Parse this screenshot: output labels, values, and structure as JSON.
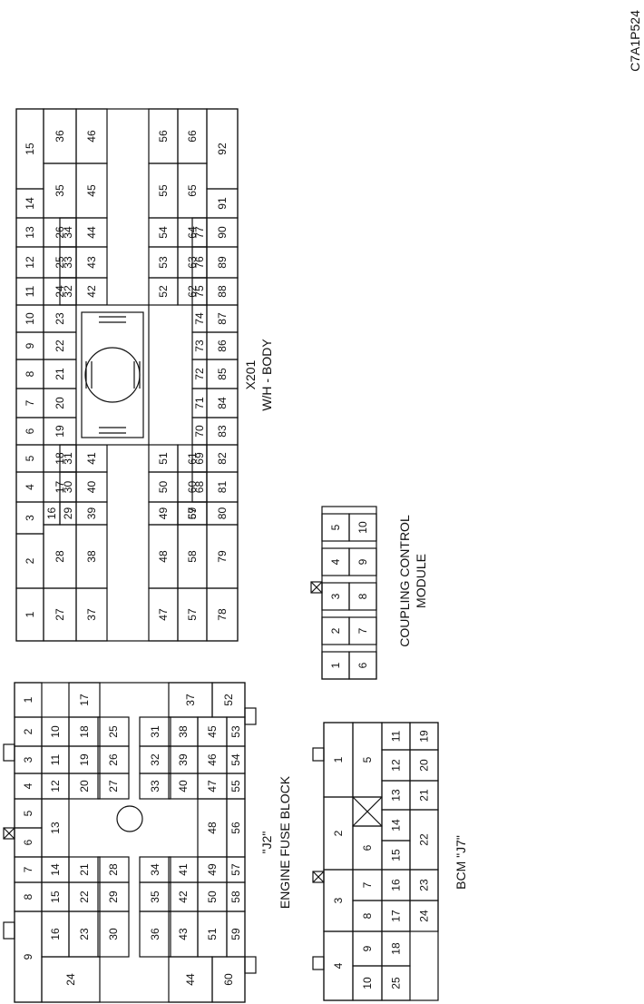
{
  "figure_code": "C7A1P524",
  "x201": {
    "title": "X201",
    "subtitle": "W/H - BODY",
    "pins": [
      "1",
      "2",
      "3",
      "4",
      "5",
      "6",
      "7",
      "8",
      "9",
      "10",
      "11",
      "12",
      "13",
      "14",
      "15",
      "16",
      "17",
      "18",
      "19",
      "20",
      "21",
      "22",
      "23",
      "24",
      "25",
      "26",
      "27",
      "28",
      "29",
      "30",
      "31",
      "32",
      "33",
      "34",
      "35",
      "36",
      "37",
      "38",
      "39",
      "40",
      "41",
      "42",
      "43",
      "44",
      "45",
      "46",
      "47",
      "48",
      "49",
      "50",
      "51",
      "52",
      "53",
      "54",
      "55",
      "56",
      "57",
      "58",
      "59",
      "60",
      "61",
      "62",
      "63",
      "64",
      "65",
      "66",
      "67",
      "68",
      "69",
      "70",
      "71",
      "72",
      "73",
      "74",
      "75",
      "76",
      "77",
      "78",
      "79",
      "80",
      "81",
      "82",
      "83",
      "84",
      "85",
      "86",
      "87",
      "88",
      "89",
      "90",
      "91",
      "92"
    ]
  },
  "fuse_block": {
    "title_line1": "\"J2\"",
    "title_line2": "ENGINE FUSE BLOCK",
    "pins": [
      "1",
      "2",
      "3",
      "4",
      "5",
      "6",
      "7",
      "8",
      "9",
      "10",
      "11",
      "12",
      "13",
      "14",
      "15",
      "16",
      "17",
      "18",
      "19",
      "20",
      "21",
      "22",
      "23",
      "24",
      "25",
      "26",
      "27",
      "28",
      "29",
      "30",
      "31",
      "32",
      "33",
      "34",
      "35",
      "36",
      "37",
      "38",
      "39",
      "40",
      "41",
      "42",
      "43",
      "44",
      "45",
      "46",
      "47",
      "48",
      "49",
      "50",
      "51",
      "52",
      "53",
      "54",
      "55",
      "56",
      "57",
      "58",
      "59",
      "60"
    ]
  },
  "coupling_module": {
    "title_line1": "COUPLING CONTROL",
    "title_line2": "MODULE",
    "pins": [
      "1",
      "2",
      "3",
      "4",
      "5",
      "6",
      "7",
      "8",
      "9",
      "10"
    ]
  },
  "bcm": {
    "title": "BCM \"J7\"",
    "pins": [
      "1",
      "2",
      "3",
      "4",
      "5",
      "6",
      "7",
      "8",
      "9",
      "10",
      "11",
      "12",
      "13",
      "14",
      "15",
      "16",
      "17",
      "18",
      "19",
      "20",
      "21",
      "22",
      "23",
      "24",
      "25"
    ]
  }
}
